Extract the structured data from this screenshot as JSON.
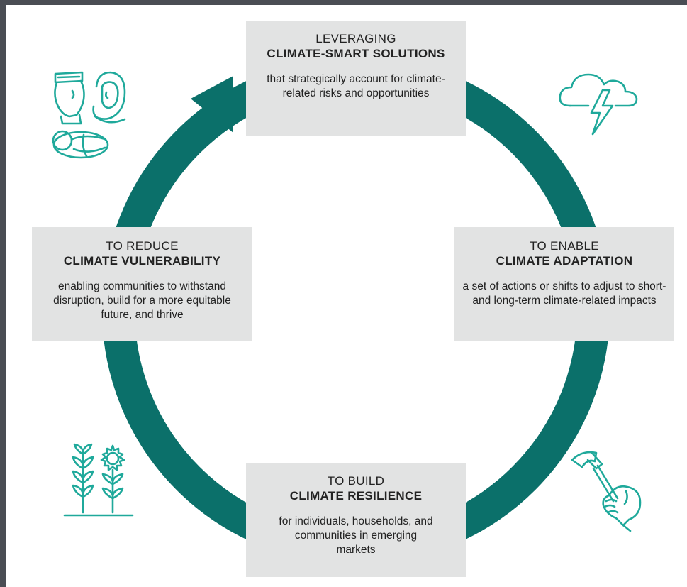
{
  "stages": {
    "solutions": {
      "kicker": "LEVERAGING",
      "title": "CLIMATE-SMART SOLUTIONS",
      "description": "that strategically account for climate-related risks and opportunities"
    },
    "adaptation": {
      "kicker": "TO ENABLE",
      "title": "CLIMATE ADAPTATION",
      "description": "a set of actions or shifts to adjust to short- and long-term climate-related impacts"
    },
    "resilience": {
      "kicker": "TO BUILD",
      "title": "CLIMATE RESILIENCE",
      "description": "for individuals, households, and communities in emerging markets"
    },
    "vulnerability": {
      "kicker": "TO REDUCE",
      "title": "CLIMATE VULNERABILITY",
      "description": "enabling communities to withstand disruption, build for a more equitable future, and thrive"
    }
  },
  "icons": [
    "people-icon",
    "storm-cloud-icon",
    "crops-icon",
    "hammer-hand-icon"
  ],
  "colors": {
    "ring": "#0b706a",
    "icon_stroke": "#1fa99b",
    "box_fill": "#e2e3e3",
    "frame": "#4a4d54"
  }
}
